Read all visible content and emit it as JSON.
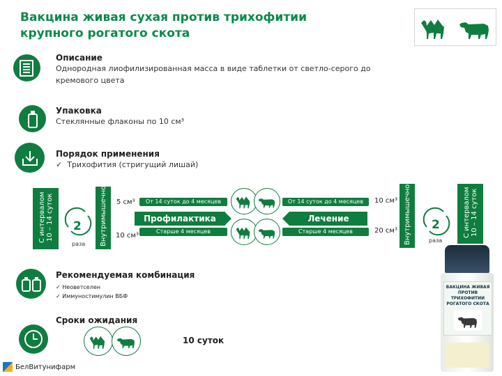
{
  "title": {
    "line1": "Вакцина живая сухая против трихофитии",
    "line2": "крупного рогатого скота"
  },
  "description": {
    "heading": "Описание",
    "line1": "Однородная лиофилизированная масса в виде таблетки от светло-серого до",
    "line2": "кремового цвета"
  },
  "packaging": {
    "heading": "Упаковка",
    "text": "Стеклянные флаконы по 10 см³"
  },
  "usage": {
    "heading": "Порядок применения",
    "item": "Трихофития (стригущий лишай)"
  },
  "prophylaxis": {
    "left_interval": "С интервалом 10 – 14 суток",
    "times_number": "2",
    "times_label": "раза",
    "route": "Внутримышечно",
    "dose_young": "5 см³",
    "dose_old": "10 см³",
    "age_young": "От 14 суток до 4 месяцев",
    "age_old": "Старше 4 месяцев",
    "label": "Профилактика"
  },
  "treatment": {
    "right_interval": "С интервалом 10 – 14 суток",
    "times_number": "2",
    "times_label": "раза",
    "route": "Внутримышечно",
    "dose_young": "10 см³",
    "dose_old": "20 см³",
    "age_young": "От 14 суток до 4 месяцев",
    "age_old": "Старше 4 месяцев",
    "label": "Лечение"
  },
  "combination": {
    "heading": "Рекомендуемая комбинация",
    "items": [
      "Неоветселен",
      "Иммуностимулин ВБФ"
    ]
  },
  "withdrawal": {
    "heading": "Сроки ожидания",
    "value": "10 суток"
  },
  "product": {
    "label_line1": "ВАКЦИНА ЖИВАЯ",
    "label_line2": "ПРОТИВ ТРИХОФИТИИ",
    "label_line3": "РОГАТОГО СКОТА"
  },
  "footer": {
    "brand": "БелВитунифарм"
  },
  "colors": {
    "brand_green": "#0f7d3f",
    "title_green": "#0a8a4a"
  }
}
